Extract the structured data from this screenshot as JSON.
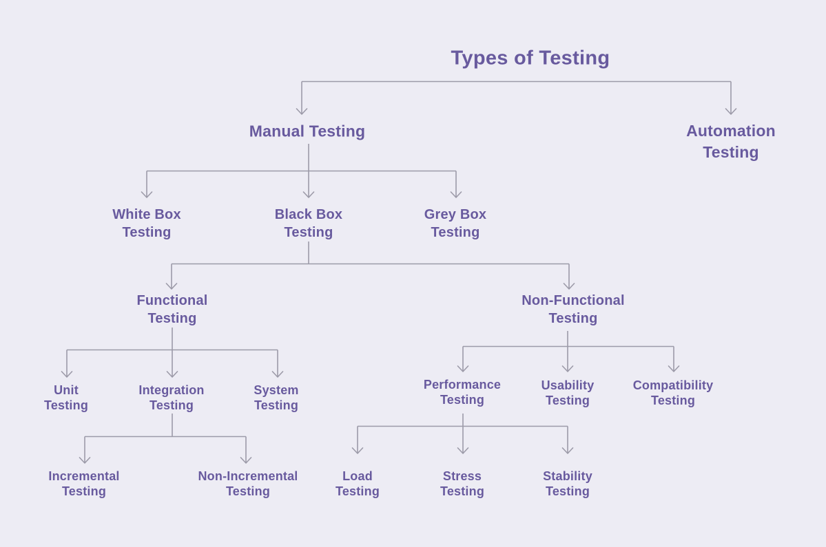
{
  "diagram": {
    "title": "Types of Testing",
    "nodes": {
      "manual": {
        "label": "Manual Testing"
      },
      "automation": {
        "label": "Automation\nTesting"
      },
      "white_box": {
        "label": "White Box\nTesting"
      },
      "black_box": {
        "label": "Black Box\nTesting"
      },
      "grey_box": {
        "label": "Grey Box\nTesting"
      },
      "functional": {
        "label": "Functional\nTesting"
      },
      "non_functional": {
        "label": "Non-Functional\nTesting"
      },
      "unit": {
        "label": "Unit\nTesting"
      },
      "integration": {
        "label": "Integration\nTesting"
      },
      "system": {
        "label": "System\nTesting"
      },
      "incremental": {
        "label": "Incremental\nTesting"
      },
      "non_incremental": {
        "label": "Non-Incremental\nTesting"
      },
      "performance": {
        "label": "Performance\nTesting"
      },
      "usability": {
        "label": "Usability\nTesting"
      },
      "compatibility": {
        "label": "Compatibility\nTesting"
      },
      "load": {
        "label": "Load\nTesting"
      },
      "stress": {
        "label": "Stress\nTesting"
      },
      "stability": {
        "label": "Stability\nTesting"
      }
    },
    "hierarchy": {
      "id": "title",
      "children": [
        {
          "id": "manual",
          "children": [
            {
              "id": "white_box"
            },
            {
              "id": "black_box",
              "children": [
                {
                  "id": "functional",
                  "children": [
                    {
                      "id": "unit"
                    },
                    {
                      "id": "integration",
                      "children": [
                        {
                          "id": "incremental"
                        },
                        {
                          "id": "non_incremental"
                        }
                      ]
                    },
                    {
                      "id": "system"
                    }
                  ]
                },
                {
                  "id": "non_functional",
                  "children": [
                    {
                      "id": "performance",
                      "children": [
                        {
                          "id": "load"
                        },
                        {
                          "id": "stress"
                        },
                        {
                          "id": "stability"
                        }
                      ]
                    },
                    {
                      "id": "usability"
                    },
                    {
                      "id": "compatibility"
                    }
                  ]
                }
              ]
            },
            {
              "id": "grey_box"
            }
          ]
        },
        {
          "id": "automation"
        }
      ]
    },
    "colors": {
      "background": "#EDECF4",
      "node_text": "#685A9E",
      "connector": "#9C9AA8"
    }
  }
}
